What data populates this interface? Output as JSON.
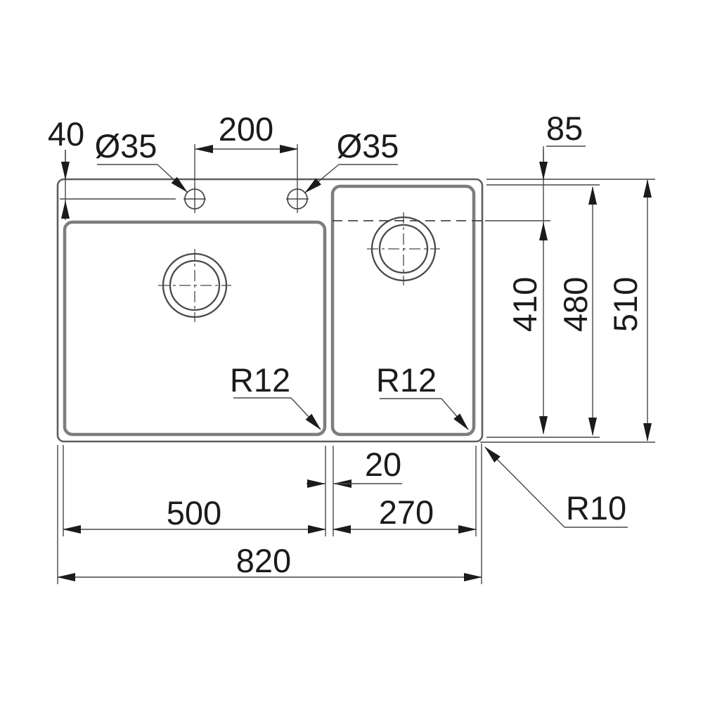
{
  "meta": {
    "drawing_type": "technical dimension drawing",
    "subject": "double-bowl kitchen sink, top view"
  },
  "colors": {
    "background": "#ffffff",
    "bowl_stroke": "#7d7d7d",
    "outline_stroke": "#5e5e5e",
    "dim_stroke": "#474747",
    "circle_stroke": "#4a4a4a",
    "text": "#1b1b1b"
  },
  "labels": {
    "tap_offset": "40",
    "tap_diameter_left": "Ø35",
    "tap_spacing": "200",
    "tap_diameter_right": "Ø35",
    "rim_to_reference": "85",
    "left_bowl_depth": "410",
    "right_bowl_depth": "480",
    "overall_depth": "510",
    "left_bowl_radius": "R12",
    "right_bowl_radius": "R12",
    "bowl_gap": "20",
    "left_bowl_width": "500",
    "right_bowl_width": "270",
    "overall_width": "820",
    "outer_radius": "R10"
  }
}
